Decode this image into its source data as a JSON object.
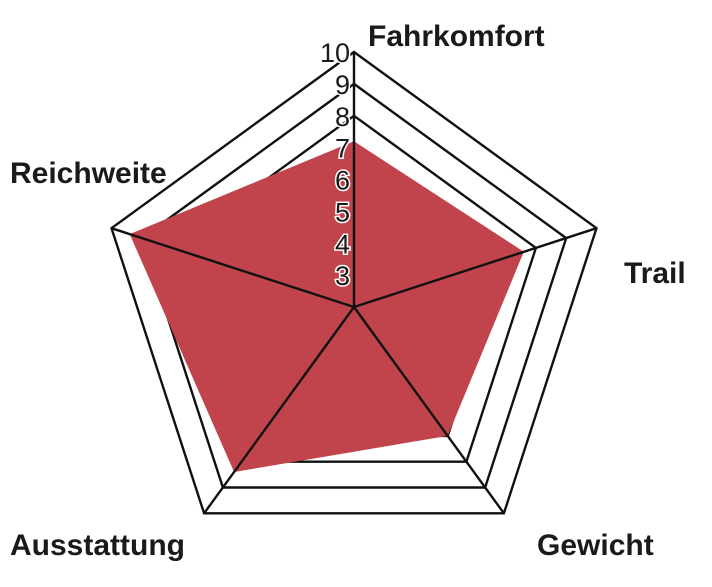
{
  "chart_data": {
    "type": "radar",
    "axes": [
      "Fahrkomfort",
      "Trail",
      "Gewicht",
      "Ausstattung",
      "Reichweite"
    ],
    "ticks": [
      "3",
      "4",
      "5",
      "6",
      "7",
      "8",
      "9",
      "10"
    ],
    "rlim": [
      2,
      10
    ],
    "series": [
      {
        "values": [
          7.2,
          7.6,
          7.0,
          8.4,
          9.4
        ]
      }
    ],
    "grid": true,
    "colors": {
      "fill": "#c1434c",
      "grid": "#111111"
    }
  }
}
